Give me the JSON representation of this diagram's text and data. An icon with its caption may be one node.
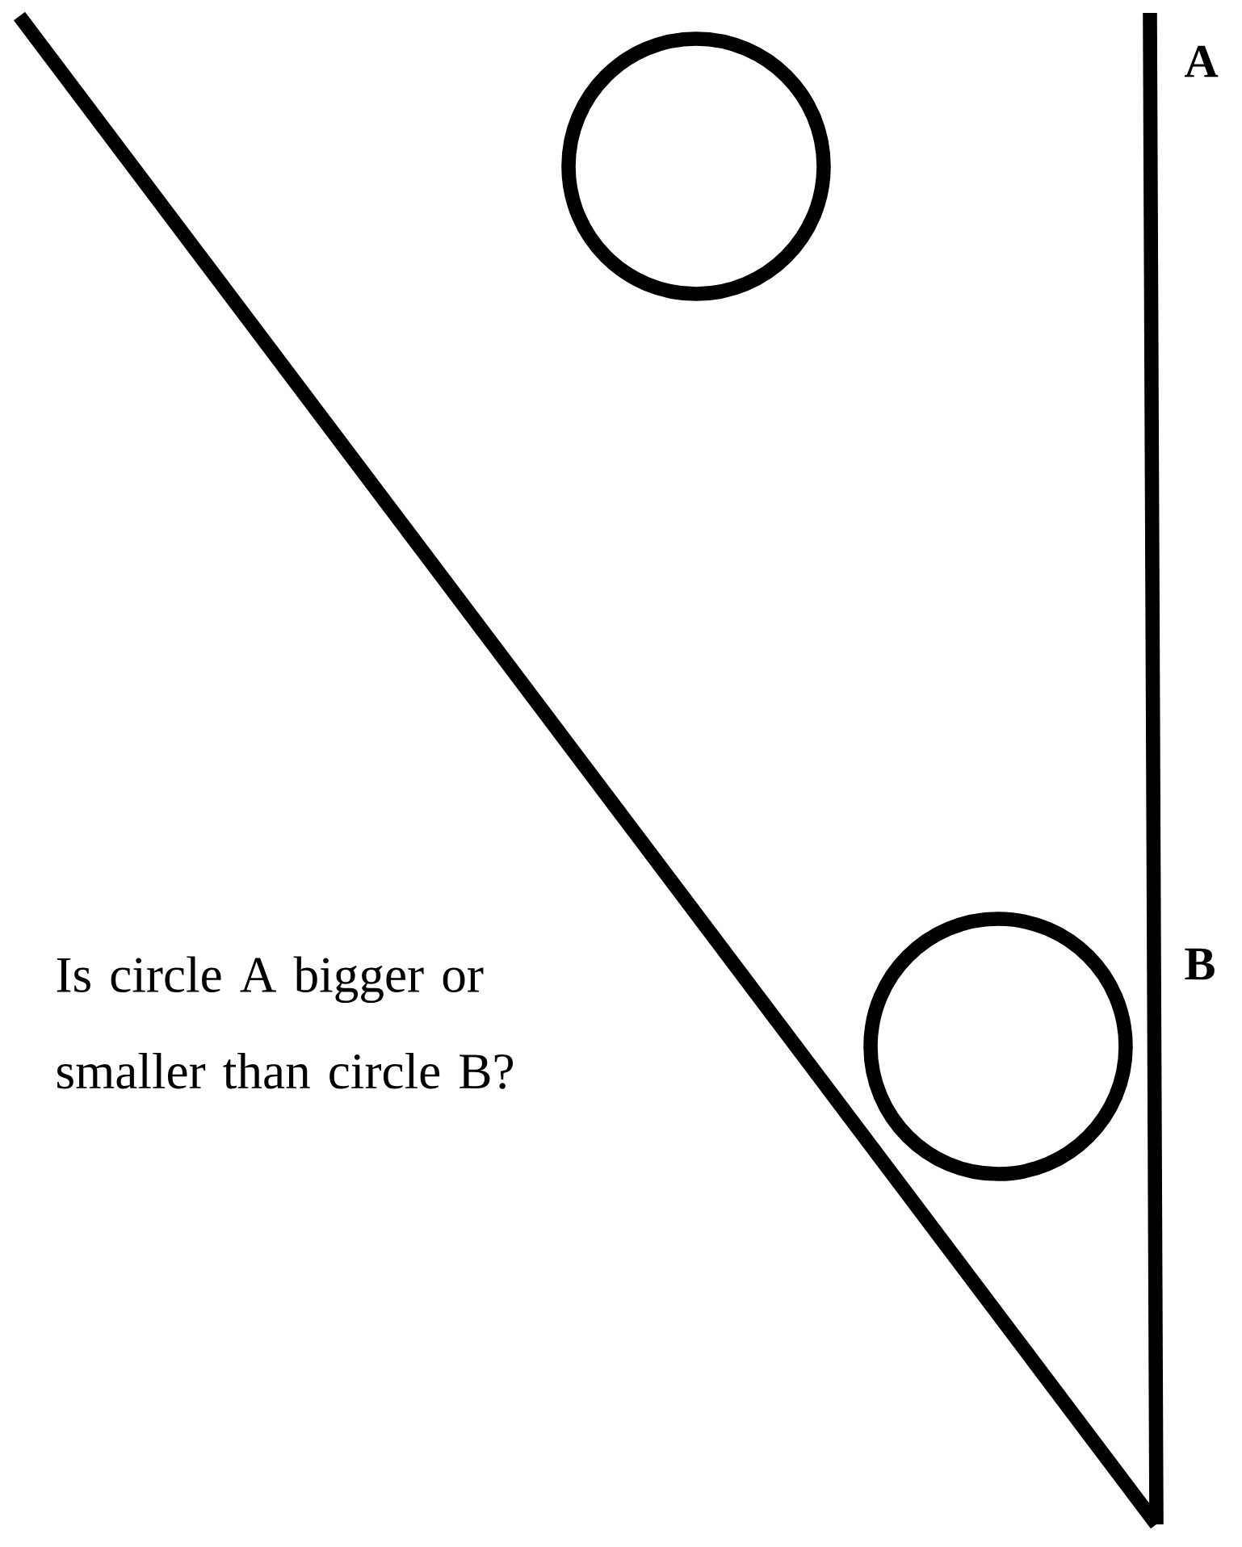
{
  "diagram": {
    "nodes": [
      {
        "text": [],
        "shape": "circle"
      },
      {
        "text": [],
        "shape": "circle"
      }
    ],
    "labels": [
      "A",
      "B",
      "Is circle A bigger or smaller than circle B?"
    ]
  }
}
